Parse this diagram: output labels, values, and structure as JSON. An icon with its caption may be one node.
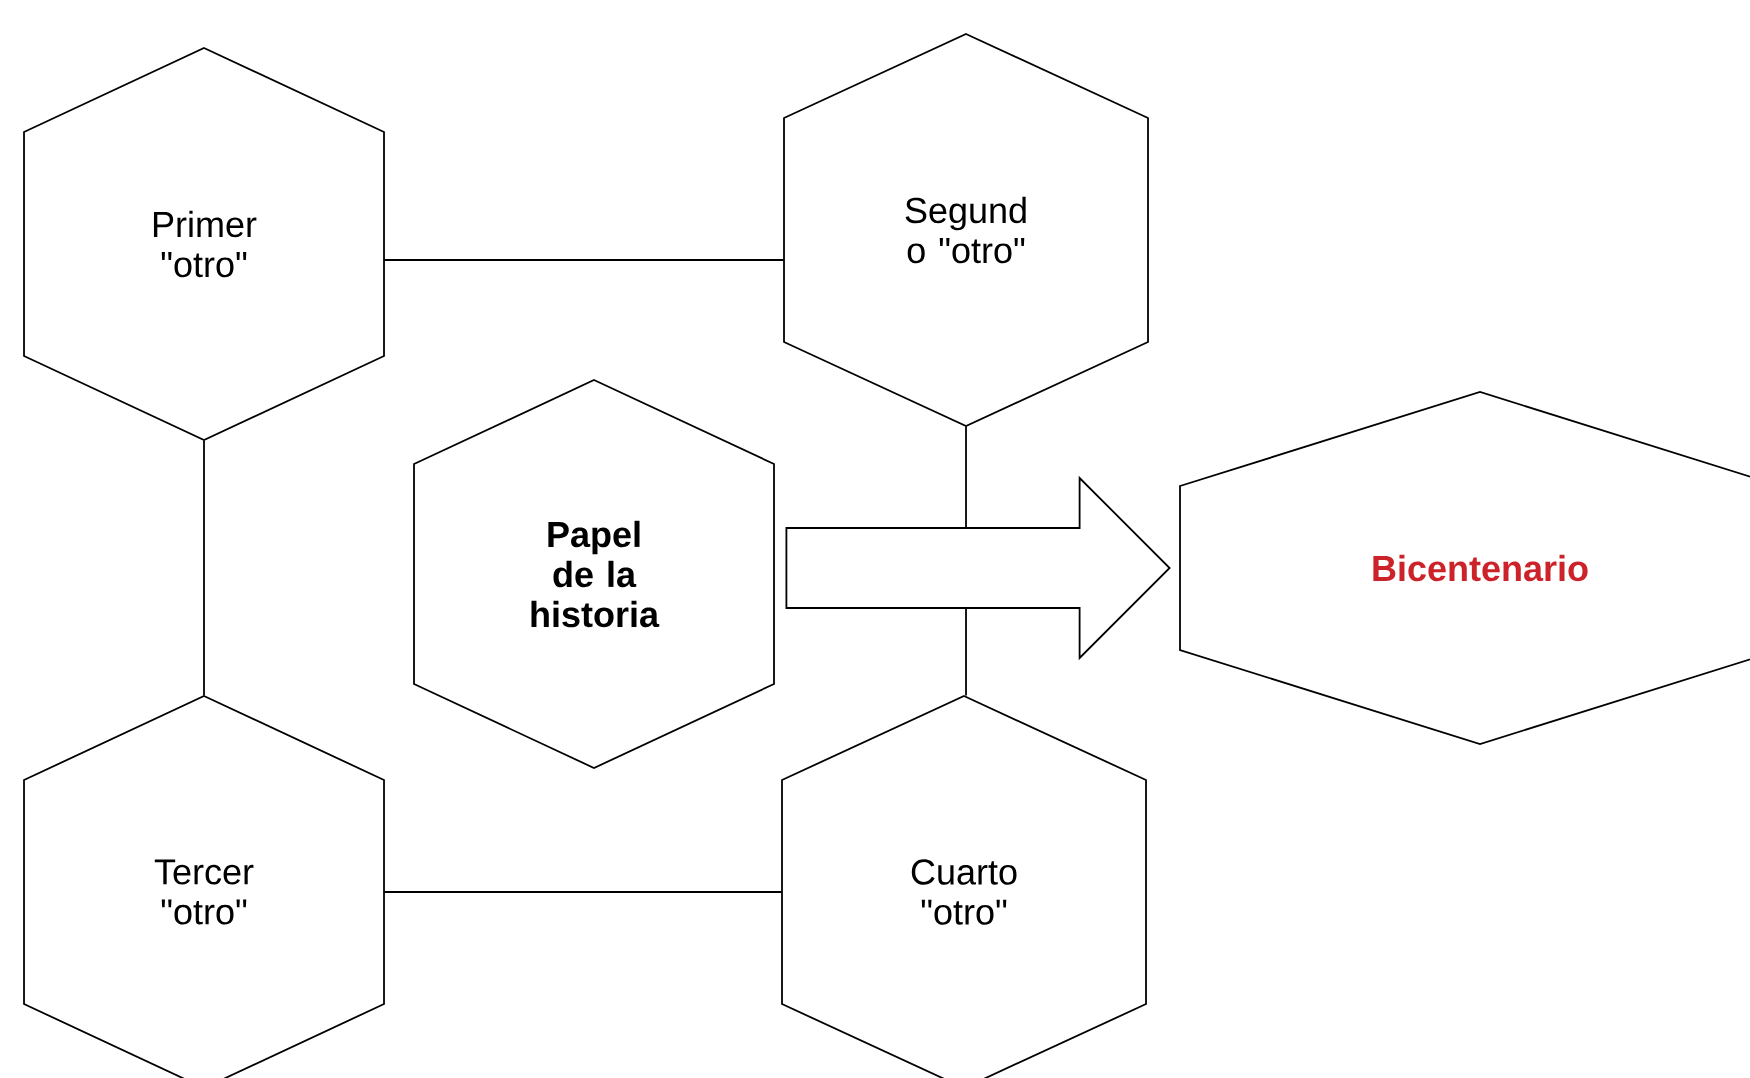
{
  "diagram": {
    "nodes": [
      {
        "text": [
          "Primer \"otro\""
        ]
      },
      {
        "text": [
          "Segund o \"otro\""
        ]
      },
      {
        "text": [
          "Papel de la historia"
        ]
      },
      {
        "text": [
          "Bicentenario"
        ]
      },
      {
        "text": [
          "Tercer \"otro\""
        ]
      },
      {
        "text": [
          "Cuarto \"otro\""
        ]
      }
    ],
    "edges": [
      {
        "from": 0,
        "to": 1,
        "arrow": "none"
      },
      {
        "from": 0,
        "to": 4,
        "arrow": "none"
      },
      {
        "from": 1,
        "to": 5,
        "arrow": "none"
      },
      {
        "from": 4,
        "to": 5,
        "arrow": "none"
      },
      {
        "from": 2,
        "to": 3,
        "arrow": "to"
      }
    ]
  }
}
